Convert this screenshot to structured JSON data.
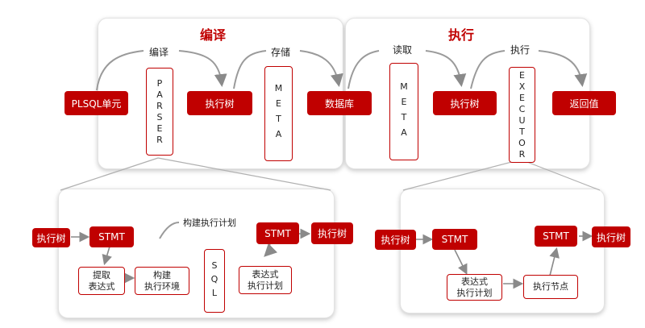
{
  "top": {
    "compile_title": "编译",
    "execute_title": "执行",
    "plsql_unit": "PLSQL单元",
    "parser": "PARSER",
    "compile_label": "编译",
    "exec_tree_compile": "执行树",
    "store_label": "存储",
    "meta_compile": "META",
    "database": "数据库",
    "read_label": "读取",
    "meta_execute": "META",
    "exec_tree_execute": "执行树",
    "execute_label": "执行",
    "executor": "EXECUTOR",
    "return_value": "返回值"
  },
  "bottom_left": {
    "exec_tree": "执行树",
    "stmt_in": "STMT",
    "extract_expr": "提取\n表达式",
    "build_env": "构建\n执行环境",
    "build_plan_label": "构建执行计划",
    "sql": "SQL",
    "expr_plan": "表达式\n执行计划",
    "stmt_out": "STMT",
    "exec_tree_out": "执行树"
  },
  "bottom_right": {
    "exec_tree": "执行树",
    "stmt_in": "STMT",
    "expr_plan": "表达式\n执行计划",
    "exec_node": "执行节点",
    "stmt_out": "STMT",
    "exec_tree_out": "执行树"
  }
}
